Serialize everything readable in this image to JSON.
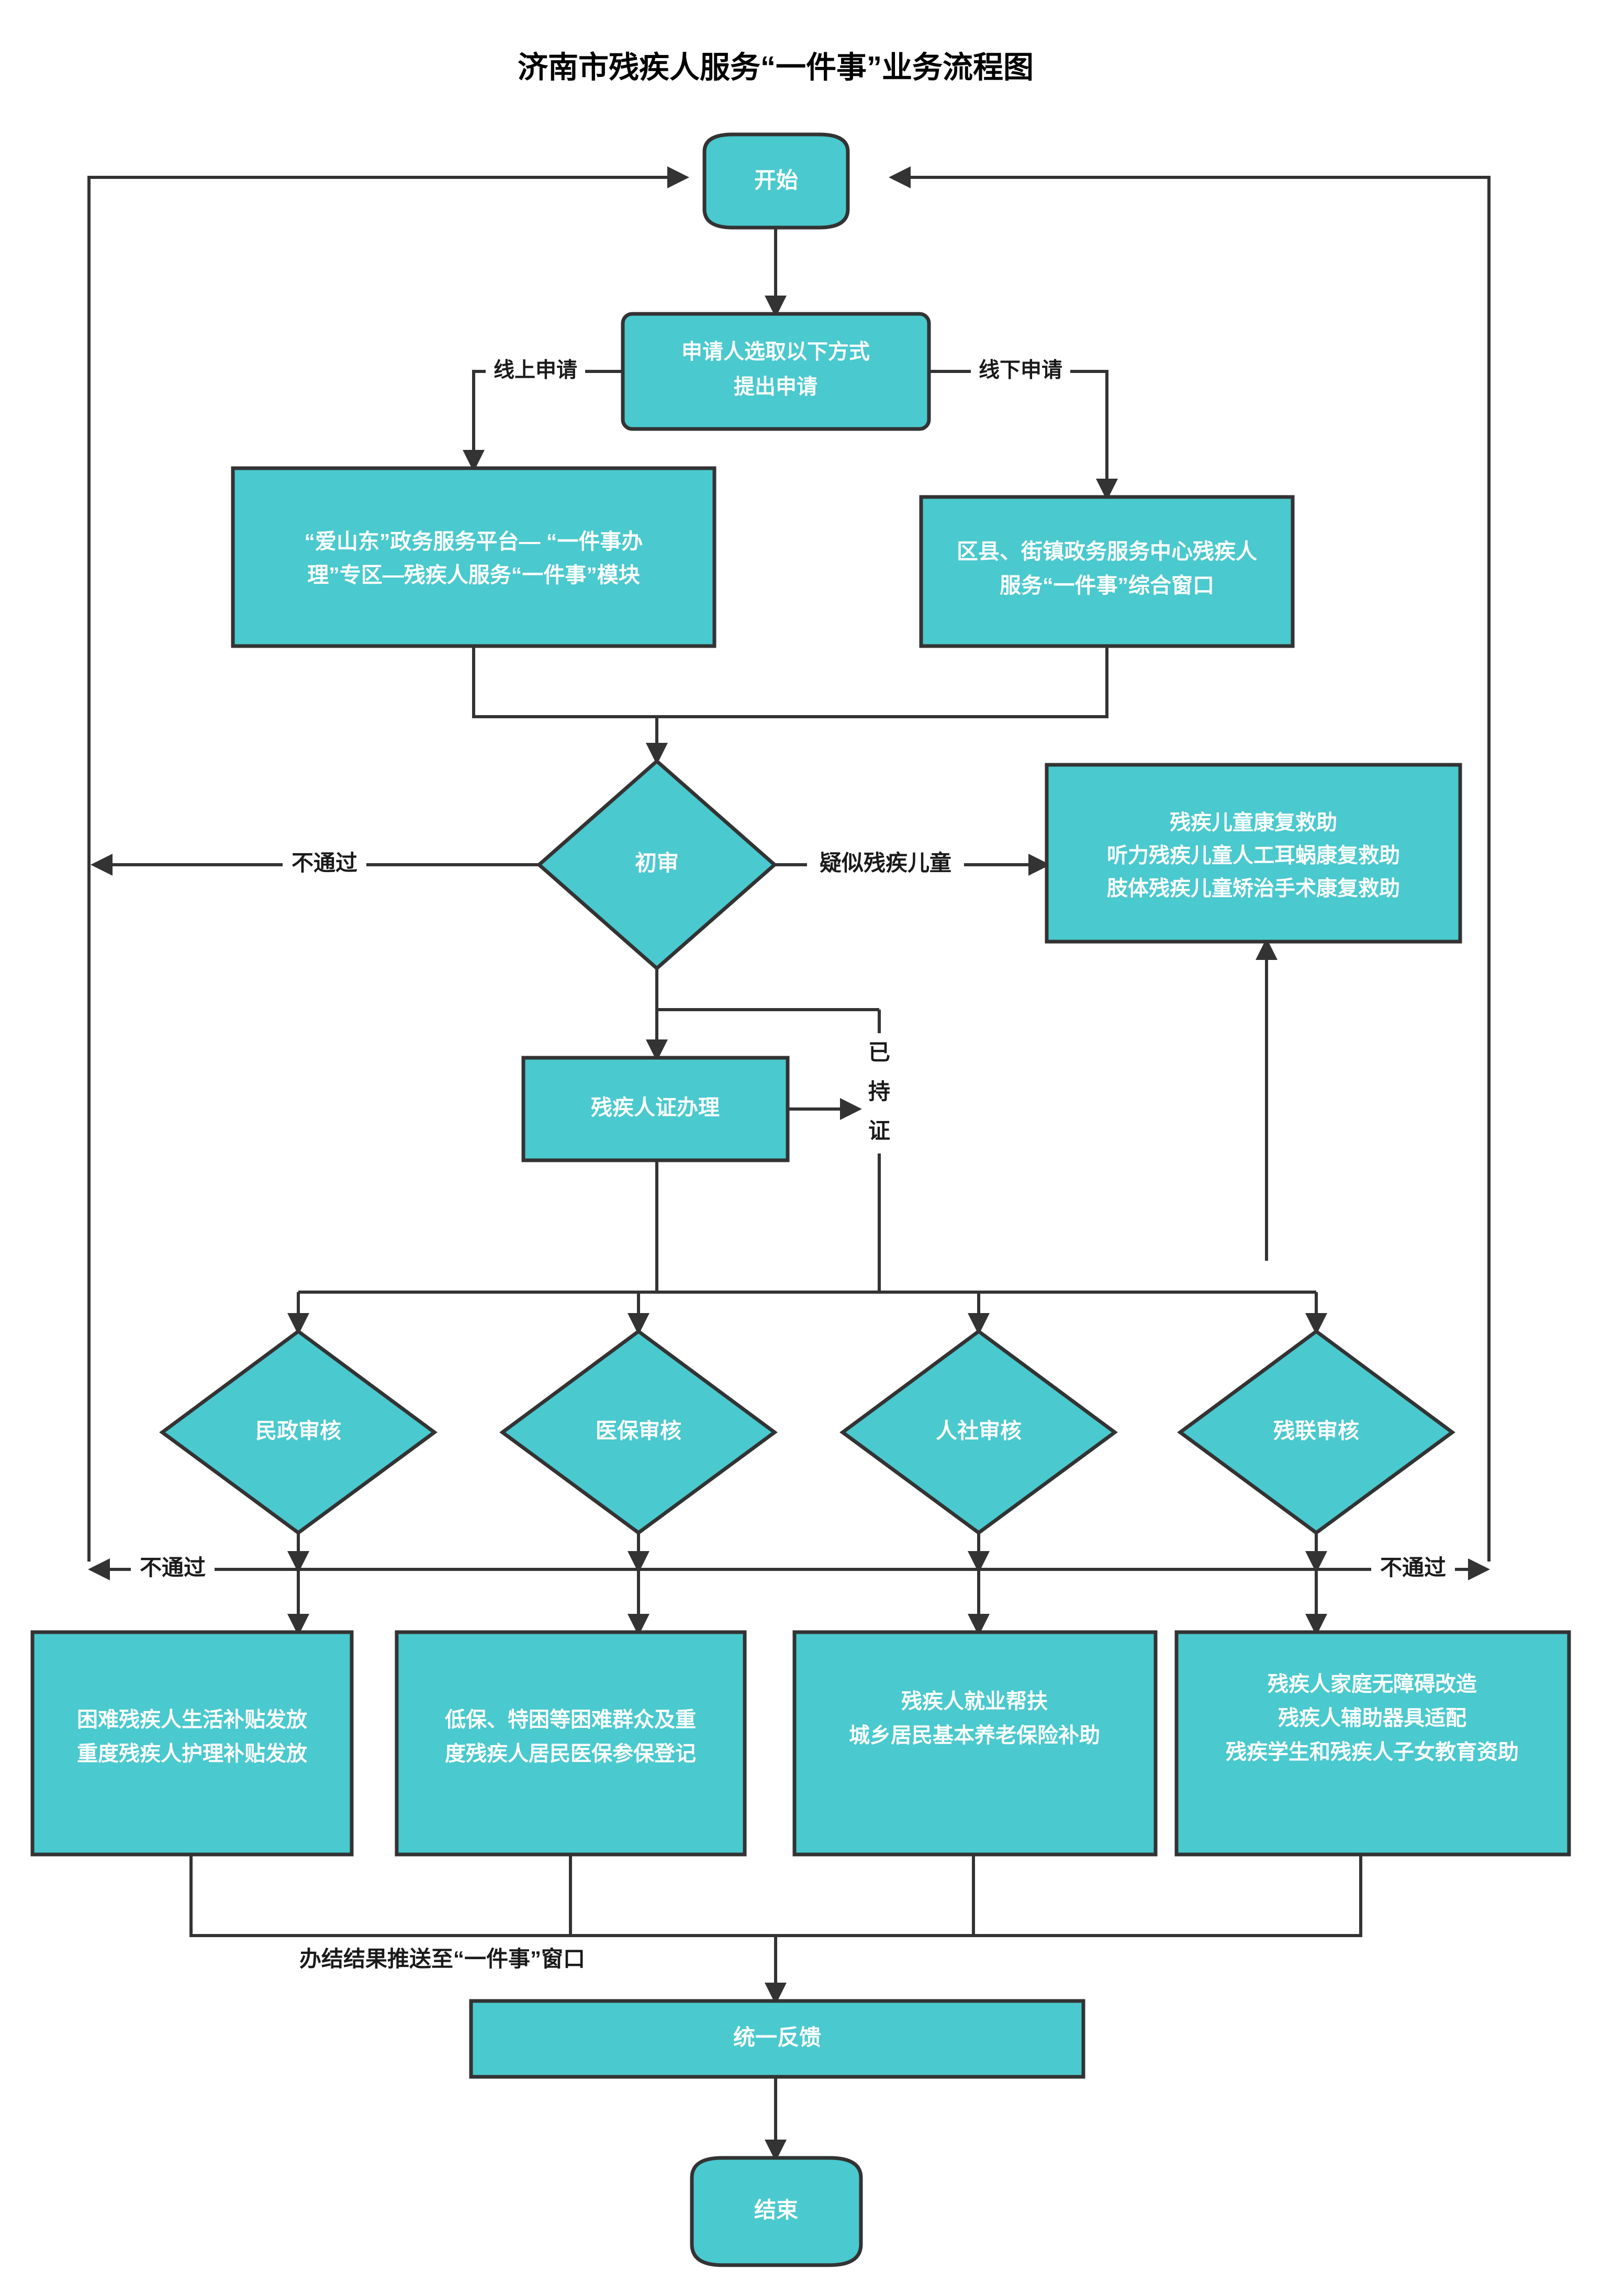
{
  "title": "济南市残疾人服务“一件事”业务流程图",
  "theme": {
    "node_fill": "#4AC9CE",
    "node_stroke": "#333333",
    "node_text": "#FFFFFF",
    "edge_color": "#333333",
    "label_text": "#1A1A1A",
    "background": "#FFFFFF"
  },
  "chart_data": {
    "type": "diagram",
    "title": "济南市残疾人服务“一件事”业务流程图"
  },
  "nodes": {
    "start": {
      "label": "开始",
      "shape": "terminator"
    },
    "apply_choice": {
      "label_line1": "申请人选取以下方式",
      "label_line2": "提出申请",
      "shape": "rounded-rect"
    },
    "online_platform": {
      "label_line1": "“爱山东”政务服务平台— “一件事办",
      "label_line2": "理”专区—残疾人服务“一件事”模块",
      "shape": "rect"
    },
    "offline_window": {
      "label_line1": "区县、街镇政务服务中心残疾人",
      "label_line2": "服务“一件事”综合窗口",
      "shape": "rect"
    },
    "first_review": {
      "label": "初审",
      "shape": "diamond"
    },
    "child_rehab": {
      "label_line1": "残疾儿童康复救助",
      "label_line2": "听力残疾儿童人工耳蜗康复救助",
      "label_line3": "肢体残疾儿童矫治手术康复救助",
      "shape": "rect"
    },
    "cert_process": {
      "label": "残疾人证办理",
      "shape": "rect"
    },
    "review_civil": {
      "label": "民政审核",
      "shape": "diamond"
    },
    "review_medical": {
      "label": "医保审核",
      "shape": "diamond"
    },
    "review_hrss": {
      "label": "人社审核",
      "shape": "diamond"
    },
    "review_cdpf": {
      "label": "残联审核",
      "shape": "diamond"
    },
    "result_civil": {
      "label_line1": "困难残疾人生活补贴发放",
      "label_line2": "重度残疾人护理补贴发放",
      "shape": "rect"
    },
    "result_medical": {
      "label_line1": "低保、特困等困难群众及重",
      "label_line2": "度残疾人居民医保参保登记",
      "shape": "rect"
    },
    "result_hrss": {
      "label_line1": "残疾人就业帮扶",
      "label_line2": "城乡居民基本养老保险补助",
      "shape": "rect"
    },
    "result_cdpf": {
      "label_line1": "残疾人家庭无障碍改造",
      "label_line2": "残疾人辅助器具适配",
      "label_line3": "残疾学生和残疾人子女教育资助",
      "shape": "rect"
    },
    "unified_feedback": {
      "label": "统一反馈",
      "shape": "rect"
    },
    "end": {
      "label": "结束",
      "shape": "terminator"
    }
  },
  "edge_labels": {
    "online_apply": "线上申请",
    "offline_apply": "线下申请",
    "first_review_fail": "不通过",
    "suspected_child": "疑似残疾儿童",
    "has_cert": "已持证",
    "has_cert_chars": [
      "已",
      "持",
      "证"
    ],
    "review_fail_left": "不通过",
    "review_fail_right": "不通过",
    "push_result": "办结结果推送至“一件事”窗口"
  }
}
